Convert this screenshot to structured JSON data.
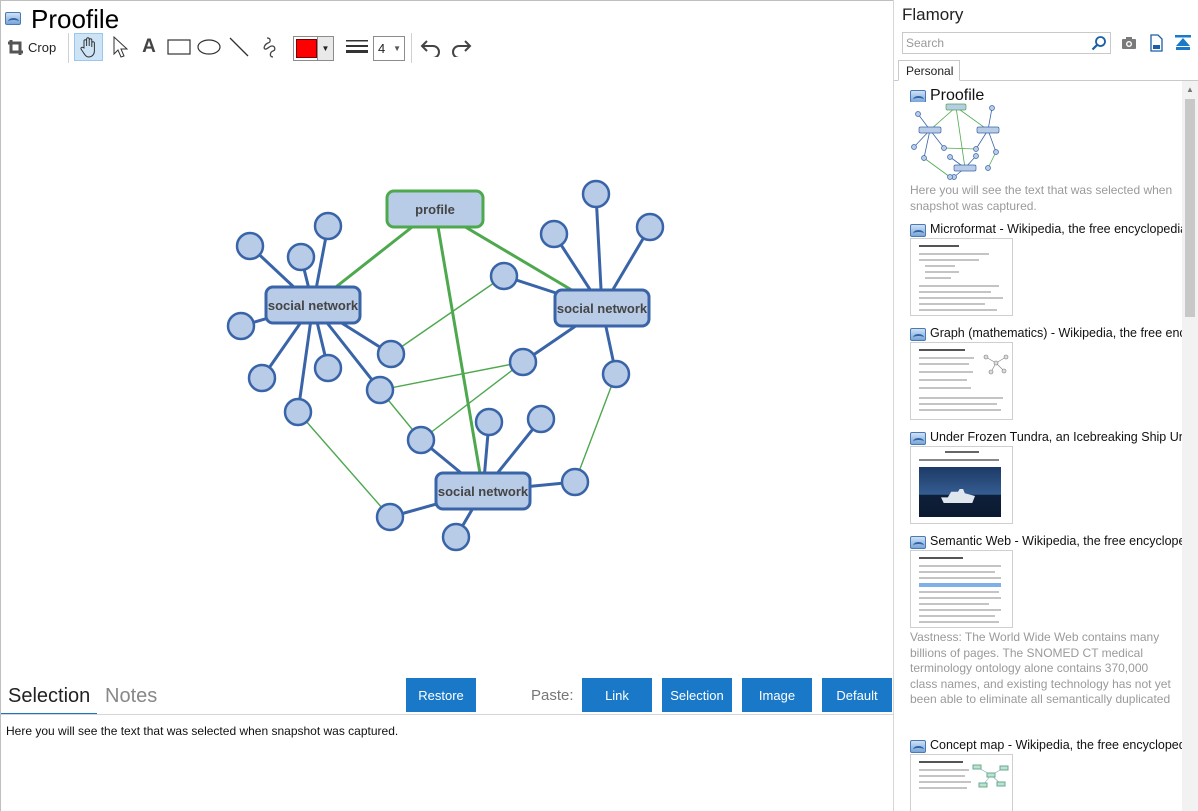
{
  "document": {
    "title": "Proofile"
  },
  "toolbar": {
    "crop_label": "Crop",
    "text_tool_glyph": "A",
    "stroke_color": "#ff0000",
    "line_width": "4",
    "icons": [
      "crop-icon",
      "hand-icon",
      "pointer-icon",
      "text-icon",
      "rectangle-icon",
      "ellipse-icon",
      "line-icon",
      "freehand-icon",
      "color-dropdown",
      "line-width-icon",
      "undo-icon",
      "redo-icon"
    ]
  },
  "diagram": {
    "hub_label": "profile",
    "network_label": "social network",
    "node_fill": "#b8cce8",
    "node_stroke": "#3a64a8",
    "hub_stroke": "#4ea84e",
    "edge_blue": "#3a64a8",
    "edge_green": "#4ea84e"
  },
  "bottom": {
    "tab_selection": "Selection",
    "tab_notes": "Notes",
    "restore_button": "Restore",
    "paste_label": "Paste:",
    "paste_link": "Link",
    "paste_selection": "Selection",
    "paste_image": "Image",
    "paste_default": "Default",
    "selection_text": "Here you will see the text that was selected when snapshot was captured."
  },
  "library": {
    "title": "Flamory",
    "search_placeholder": "Search",
    "tab_personal": "Personal",
    "items": [
      {
        "title": "Proofile",
        "desc": "Here you will see the text that was selected when snapshot was captured."
      },
      {
        "title": "Microformat - Wikipedia, the free encyclopedia",
        "desc": ""
      },
      {
        "title": "Graph (mathematics) - Wikipedia, the free encyclopedia",
        "desc": ""
      },
      {
        "title": "Under Frozen Tundra, an Icebreaking Ship Uncovers",
        "desc": ""
      },
      {
        "title": "Semantic Web - Wikipedia, the free encyclopedia",
        "desc": "Vastness: The World Wide Web contains many billions of pages. The SNOMED CT medical terminology ontology alone contains 370,000 class names, and existing technology has not yet been able to eliminate all semantically duplicated terms. Any automated reasoning system will have to deal with truly huge inputs."
      },
      {
        "title": "Concept map - Wikipedia, the free encyclopedia",
        "desc": ""
      }
    ]
  }
}
